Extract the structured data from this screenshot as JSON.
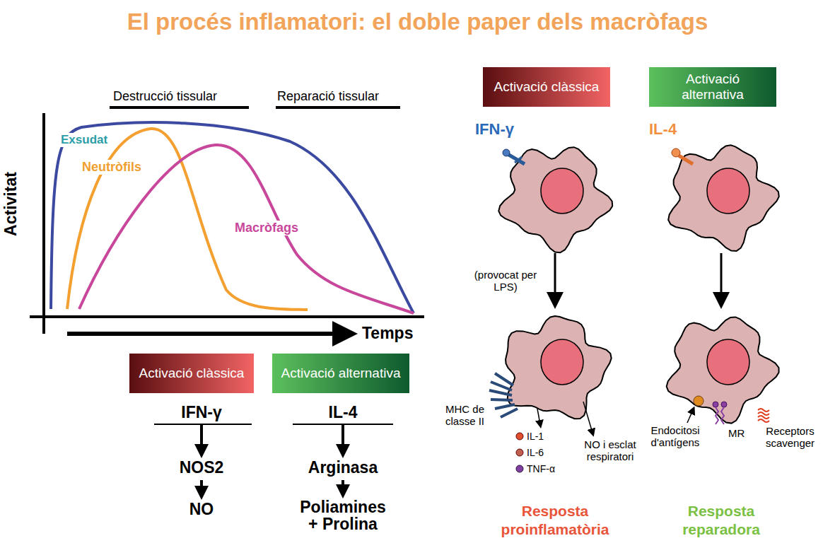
{
  "diagram": {
    "title": "El procés inflamatori: el doble paper dels macròfags",
    "nodes": [
      {
        "text": [
          "Activació clàssica"
        ]
      },
      {
        "text": [
          "Activació alternativa"
        ]
      },
      {
        "text": [
          "Activació clàssica"
        ]
      },
      {
        "text": [
          "Activació alternativa"
        ]
      },
      {
        "text": [
          "IFN-γ"
        ]
      },
      {
        "text": [
          "NOS2"
        ]
      },
      {
        "text": [
          "NO"
        ]
      },
      {
        "text": [
          "IL-4"
        ]
      },
      {
        "text": [
          "Arginasa"
        ]
      },
      {
        "text": [
          "Poliamines + Prolina"
        ]
      }
    ],
    "edges": [
      {
        "from": 4,
        "to": 5,
        "arrow": "to"
      },
      {
        "from": 5,
        "to": 6,
        "arrow": "to"
      },
      {
        "from": 7,
        "to": 8,
        "arrow": "to"
      },
      {
        "from": 8,
        "to": 9,
        "arrow": "to"
      }
    ],
    "labels": [
      "Destrucció tissular",
      "Reparació tissular",
      "Exsudat",
      "Neutròfils",
      "Macròfags",
      "Activitat",
      "Temps",
      "IFN-γ",
      "IL-4",
      "(provocat per LPS)",
      "MHC de classe II",
      "IL-1",
      "IL-6",
      "TNF-α",
      "NO i esclat respiratori",
      "Endocitosi d'antígens",
      "MR",
      "Receptors scavenger",
      "Resposta proinflamatòria",
      "Resposta reparadora"
    ]
  }
}
